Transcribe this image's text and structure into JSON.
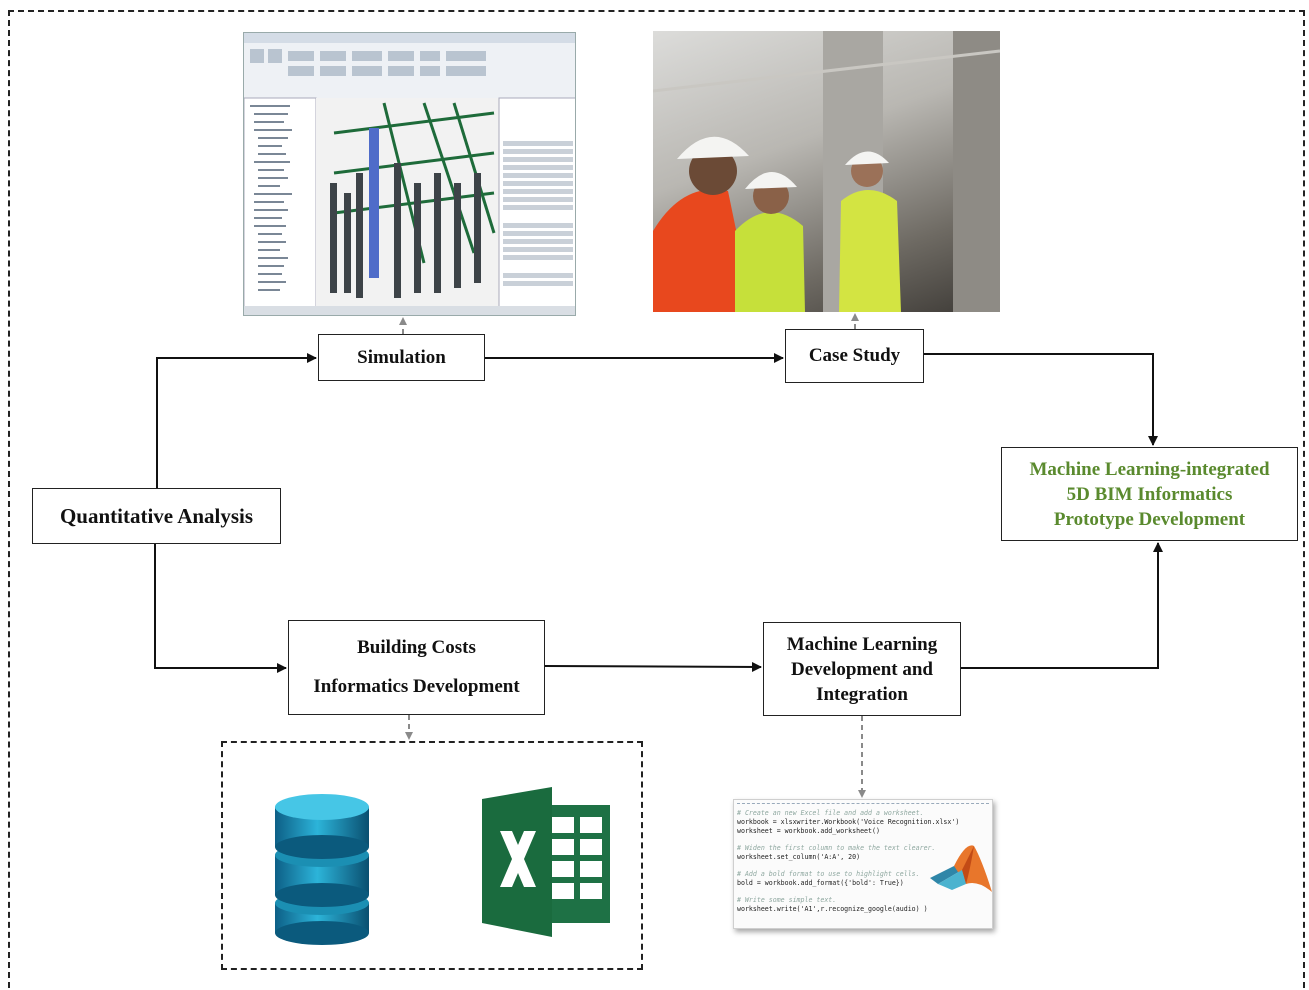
{
  "nodes": {
    "quantitative_analysis": "Quantitative Analysis",
    "simulation": "Simulation",
    "case_study": "Case Study",
    "ml_5d_bim": {
      "line1": "Machine Learning-integrated",
      "line2": "5D BIM Informatics",
      "line3": "Prototype Development"
    },
    "building_costs": {
      "line1": "Building Costs",
      "line2": "Informatics Development"
    },
    "ml_development": {
      "line1": "Machine Learning",
      "line2": "Development and",
      "line3": "Integration"
    }
  },
  "code_snippet": {
    "lines": [
      {
        "kind": "comment",
        "text": "# Create an new Excel file and add a worksheet."
      },
      {
        "kind": "code",
        "text": "workbook = xlsxwriter.Workbook('Voice Recognition.xlsx')"
      },
      {
        "kind": "code",
        "text": "worksheet = workbook.add_worksheet()"
      },
      {
        "kind": "comment",
        "text": "# Widen the first column to make the text clearer."
      },
      {
        "kind": "code",
        "text": "worksheet.set_column('A:A', 20)"
      },
      {
        "kind": "comment",
        "text": "# Add a bold format to use to highlight cells."
      },
      {
        "kind": "code",
        "text": "bold = workbook.add_format({'bold': True})"
      },
      {
        "kind": "comment",
        "text": "# Write some simple text."
      },
      {
        "kind": "code",
        "text": "worksheet.write('A1',r.recognize_google(audio) )"
      }
    ]
  },
  "icons": {
    "database": "database-icon",
    "excel": "excel-icon",
    "matlab": "matlab-logo-icon"
  },
  "colors": {
    "ml_5d_text": "#5a8a2e",
    "database_blue": "#1e9cc0",
    "excel_green": "#1e7145",
    "dashed_arrow": "#8a8a8a"
  }
}
